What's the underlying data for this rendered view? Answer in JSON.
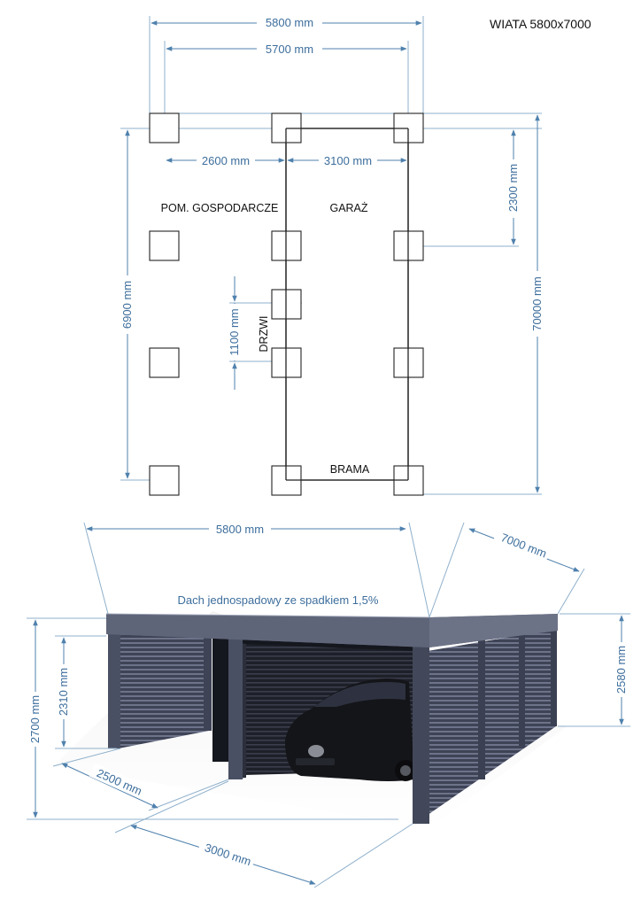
{
  "title": "WIATA 5800x7000",
  "plan": {
    "dim_total_width": "5800 mm",
    "dim_inner_width": "5700 mm",
    "dim_left_bay": "2600 mm",
    "dim_right_bay": "3100 mm",
    "dim_front_depth": "2300 mm",
    "dim_left_depth": "6900 mm",
    "dim_right_depth": "70000 mm",
    "dim_door": "1100 mm",
    "room_left": "POM. GOSPODARCZE",
    "room_right": "GARAŻ",
    "door_label": "DRZWI",
    "gate_label": "BRAMA"
  },
  "perspective": {
    "dim_width": "5800 mm",
    "dim_depth": "7000 mm",
    "roof_note": "Dach jednospadowy ze spadkiem 1,5%",
    "dim_height_total": "2700 mm",
    "dim_height_inner": "2310 mm",
    "dim_height_right": "2580 mm",
    "dim_bay_left": "2500 mm",
    "dim_bay_right": "3000 mm"
  },
  "colors": {
    "dimension": "#3d6e9c",
    "structure": "#4a5063",
    "roof": "#5a6074"
  }
}
